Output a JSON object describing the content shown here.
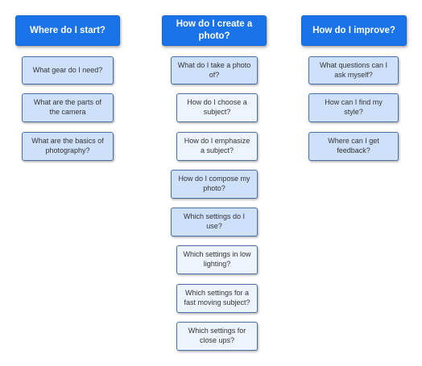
{
  "columns": [
    {
      "header": "Where do I start?",
      "items": [
        "What gear do I need?",
        "What are the parts of\nthe camera",
        "What are the basics of\nphotography?"
      ]
    },
    {
      "header": "How do I create a\nphoto?",
      "items": [
        "What do I take a photo\nof?",
        "How do I choose a\nsubject?",
        "How do I emphasize\na subject?",
        "How do I compose my\nphoto?",
        "Which settings do I\nuse?",
        "Which settings in low\nlighting?",
        "Which settings  for a\nfast moving subject?",
        "Which settings for\nclose ups?"
      ]
    },
    {
      "header": "How do I improve?",
      "items": [
        "What questions can I\nask myself?",
        "How can I find my\nstyle?",
        "Where can I get\nfeedback?"
      ]
    }
  ]
}
